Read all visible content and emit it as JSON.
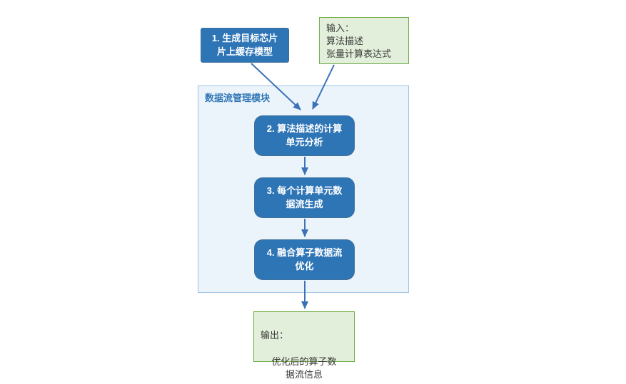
{
  "diagram": {
    "container_label": "数据流管理模块",
    "nodes": {
      "step1": {
        "label": "1. 生成目标芯片\n片上缓存模型"
      },
      "input": {
        "label": "输入：\n算法描述\n张量计算表达式"
      },
      "step2": {
        "label": "2. 算法描述的计算\n单元分析"
      },
      "step3": {
        "label": "3. 每个计算单元数\n据流生成"
      },
      "step4": {
        "label": "4. 融合算子数据流\n优化"
      },
      "output": {
        "title": "输出：",
        "body": "优化后的算子数\n据流信息"
      }
    },
    "colors": {
      "process_fill": "#2E75B6",
      "process_border": "#41719C",
      "io_fill": "#E2EFDA",
      "io_border": "#70AD47",
      "container_fill": "#EBF4FB",
      "container_border": "#9DC3E6",
      "container_label_color": "#2E75B6",
      "arrow": "#3A72B8"
    }
  }
}
